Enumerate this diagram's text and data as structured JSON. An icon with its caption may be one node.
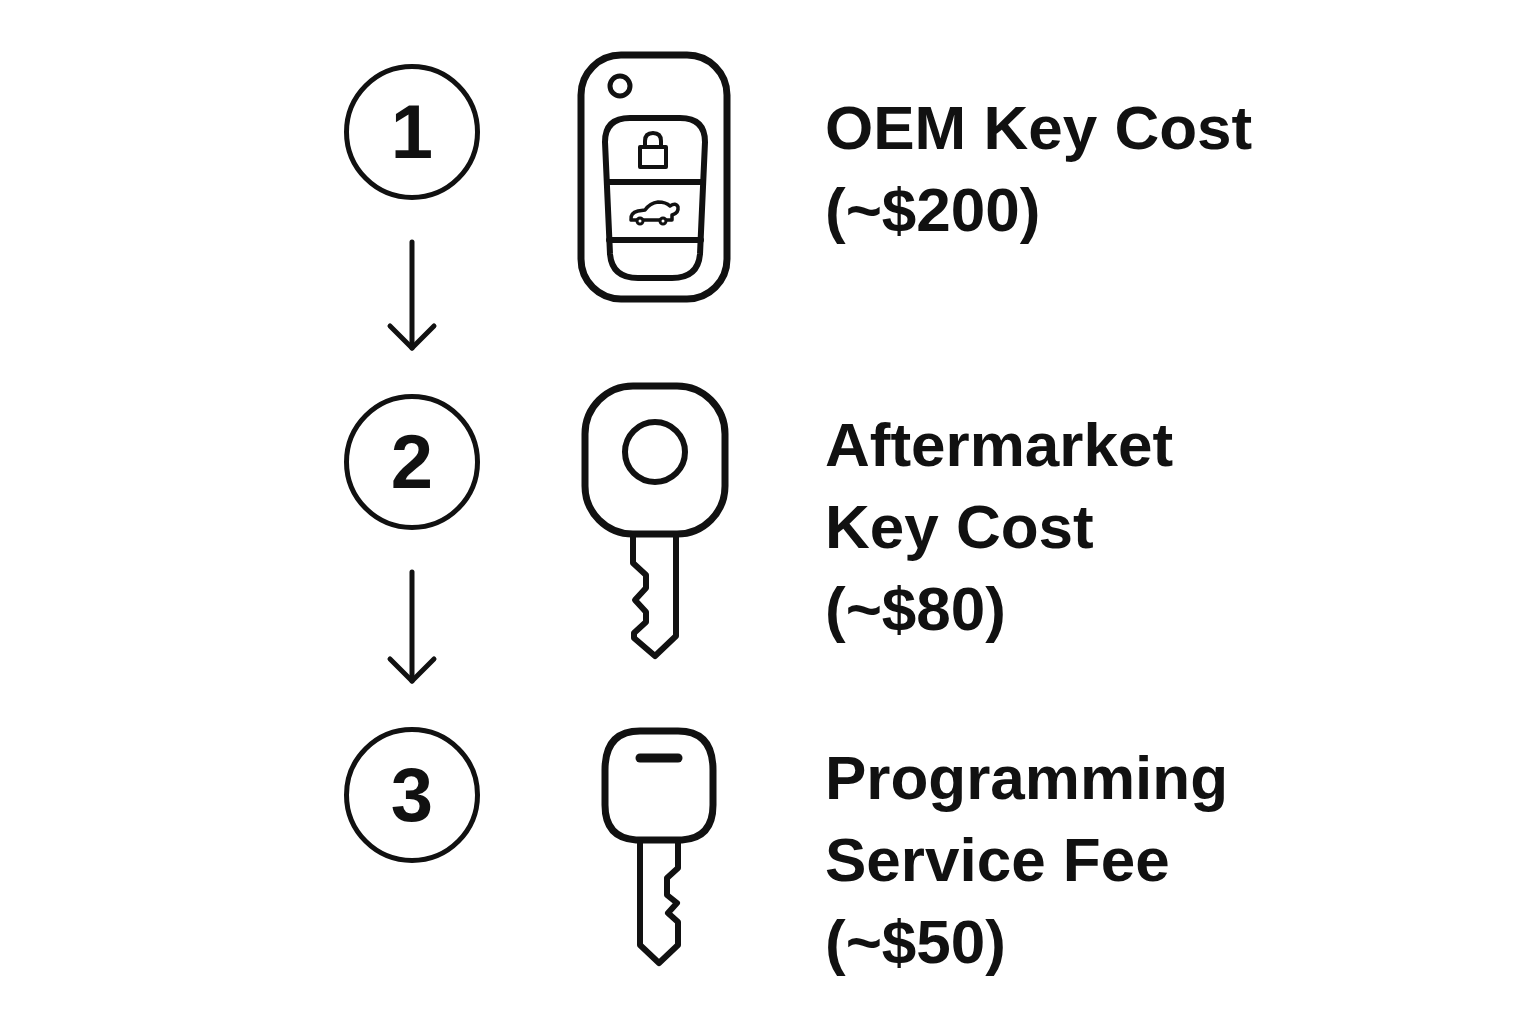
{
  "diagram": {
    "nodes": [
      {
        "text": [
          "1"
        ],
        "beside": [
          "OEM Key Cost",
          "(~$200)"
        ]
      },
      {
        "text": [
          "2"
        ],
        "beside": [
          "Aftermarket Key Cost",
          "(~$80)"
        ]
      },
      {
        "text": [
          "3"
        ],
        "beside": [
          "Programming Service Fee",
          "(~$50)"
        ]
      }
    ],
    "edges": [
      {
        "from": 0,
        "to": 1,
        "arrow": "to"
      },
      {
        "from": 1,
        "to": 2,
        "arrow": "to"
      }
    ]
  }
}
